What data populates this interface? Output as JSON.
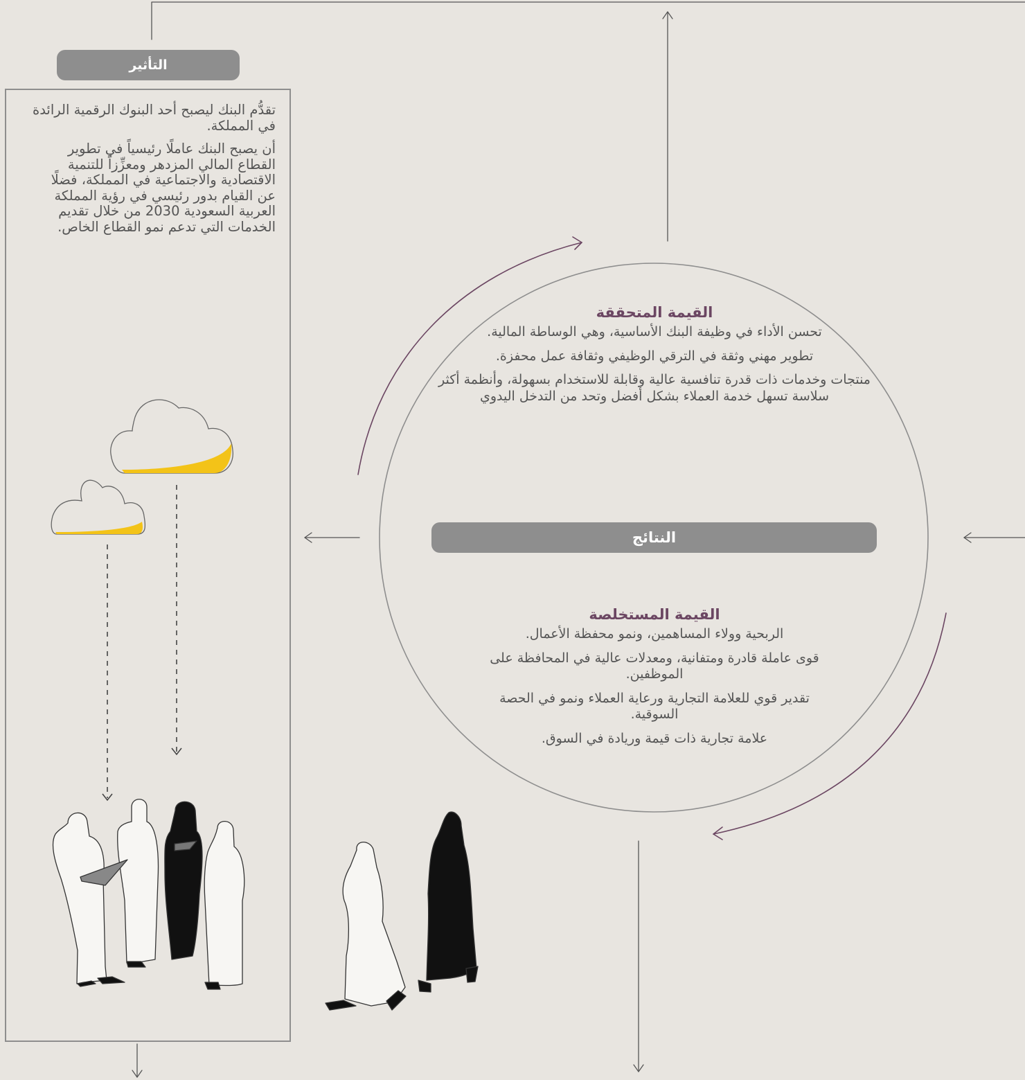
{
  "impact": {
    "title": "التأثير",
    "paragraphs": [
      "تقدُّم البنك ليصبح أحد البنوك الرقمية الرائدة في المملكة.",
      "أن يصبح البنك عاملًا رئيسياً في تطوير القطاع المالي المزدهر ومعزِّزاً للتنمية الاقتصادية والاجتماعية في المملكة، فضلًا عن القيام بدور رئيسي في رؤية المملكة العربية السعودية 2030 من خلال تقديم الخدمات التي تدعم نمو القطاع الخاص."
    ]
  },
  "outcomes": {
    "title": "النتائج"
  },
  "realized_value": {
    "title": "القيمة المتحققة",
    "items": [
      "تحسن الأداء في وظيفة البنك الأساسية، وهي الوساطة المالية.",
      "تطوير مهني وثقة في الترقي الوظيفي وثقافة عمل محفزة.",
      "منتجات وخدمات ذات قدرة تنافسية عالية وقابلة للاستخدام بسهولة، وأنظمة أكثر سلاسة تسهل خدمة العملاء بشكل أفضل وتحد من التدخل اليدوي"
    ]
  },
  "captured_value": {
    "title": "القيمة المستخلصة",
    "items": [
      "الربحية وولاء المساهمين، ونمو محفظة الأعمال.",
      "قوى عاملة قادرة ومتفانية، ومعدلات عالية في المحافظة على الموظفين.",
      "تقدير قوي للعلامة التجارية ورعاية العملاء ونمو في الحصة السوقية.",
      "علامة تجارية ذات قيمة وريادة في السوق."
    ]
  },
  "colors": {
    "background": "#e8e5e0",
    "line": "#555555",
    "circle": "#8e8e8e",
    "accent_purple": "#6b4662",
    "cloud_yellow": "#f3c318",
    "pill_gray": "#8e8e8e"
  },
  "illustrations": [
    "cloud-icon",
    "cloud-icon",
    "people-group-illustration",
    "walking-couple-illustration"
  ]
}
